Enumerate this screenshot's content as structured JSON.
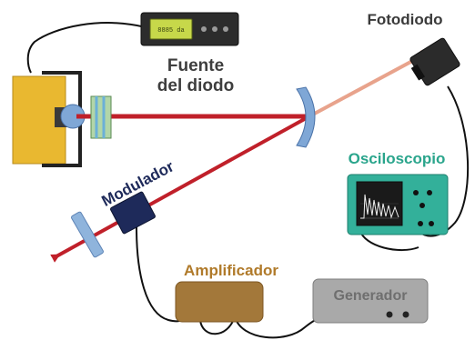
{
  "labels": {
    "power_supply": [
      "Fuente",
      "del diodo"
    ],
    "photodiode": "Fotodiodo",
    "oscilloscope": "Osciloscopio",
    "modulator": "Modulador",
    "amplifier": "Amplificador",
    "generator": "Generador",
    "display_reading": "8885 da"
  },
  "colors": {
    "beam_main": "#c0202a",
    "beam_to_detector": "#e8a38c",
    "oscilloscope_body": "#33b09a",
    "oscilloscope_label": "#2aa58c",
    "amplifier_body": "#a3783a",
    "amplifier_label": "#b07a2a",
    "generator_body": "#a9a9a9",
    "generator_label": "#7b7b7b",
    "modulator_body": "#1e2a5a",
    "laser_mount": "#e9b830",
    "mirror": "#7fa7d6"
  }
}
